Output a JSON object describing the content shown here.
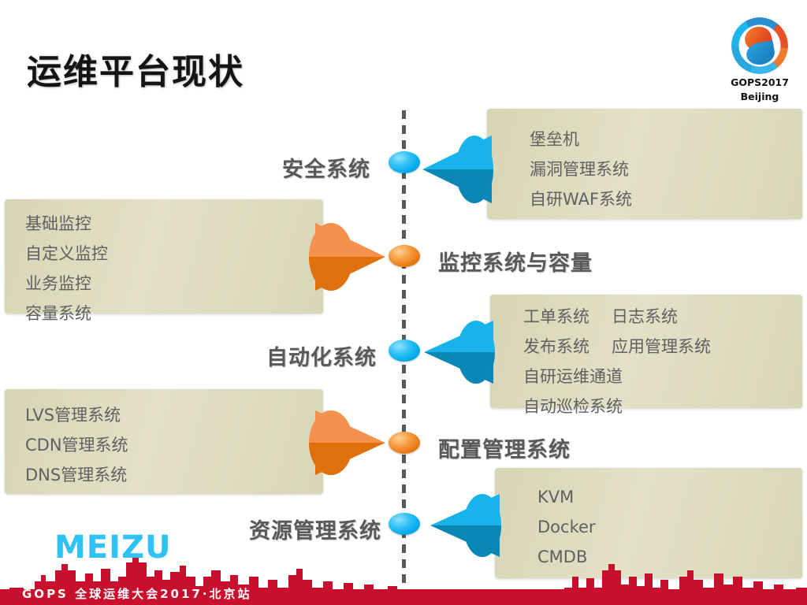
{
  "slide": {
    "title": "运维平台现状",
    "background_color": "#ffffff",
    "box_color": "#d9d6b8",
    "accent_blue": "#00a9ea",
    "accent_orange": "#e5760f",
    "label_color": "#58595b",
    "footer_red": "#c8102e",
    "meizu_cyan": "#2fc3f5"
  },
  "logo": {
    "name": "GOPS2017",
    "city": "Beijing"
  },
  "stages": [
    {
      "id": "security",
      "label": "安全系统",
      "node_color": "blue",
      "side": "right",
      "items": [
        [
          "堡垒机"
        ],
        [
          "漏洞管理系统"
        ],
        [
          "自研WAF系统"
        ]
      ]
    },
    {
      "id": "monitoring",
      "label": "监控系统与容量",
      "node_color": "orange",
      "side": "left",
      "items": [
        [
          "基础监控"
        ],
        [
          "自定义监控"
        ],
        [
          "业务监控"
        ],
        [
          "容量系统"
        ]
      ]
    },
    {
      "id": "automation",
      "label": "自动化系统",
      "node_color": "blue",
      "side": "right",
      "items": [
        [
          "工单系统",
          "日志系统"
        ],
        [
          "发布系统",
          "应用管理系统"
        ],
        [
          "自研运维通道"
        ],
        [
          "自动巡检系统"
        ]
      ]
    },
    {
      "id": "configuration",
      "label": "配置管理系统",
      "node_color": "orange",
      "side": "left",
      "items": [
        [
          "LVS管理系统"
        ],
        [
          "CDN管理系统"
        ],
        [
          "DNS管理系统"
        ]
      ]
    },
    {
      "id": "resource",
      "label": "资源管理系统",
      "node_color": "blue",
      "side": "right",
      "items": [
        [
          "KVM"
        ],
        [
          "Docker"
        ],
        [
          "CMDB"
        ]
      ]
    }
  ],
  "footer": {
    "brand": "MEIZU",
    "banner_text": "GOPS 全球运维大会2017·北京站"
  }
}
